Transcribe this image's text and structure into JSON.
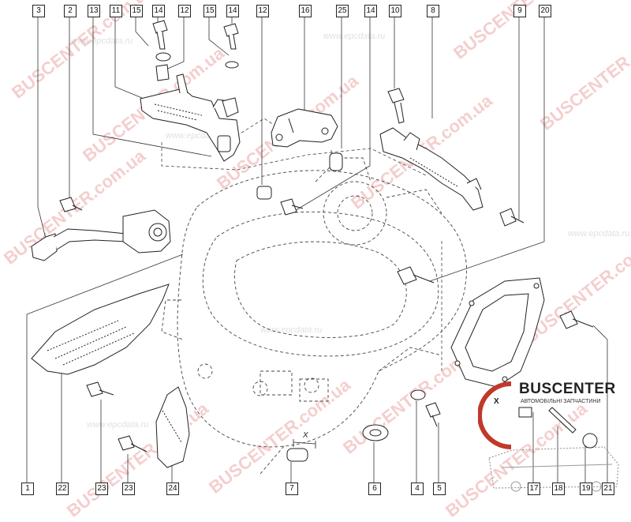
{
  "diagram": {
    "callouts_top": [
      "3",
      "2",
      "13",
      "11",
      "15",
      "14",
      "12",
      "15",
      "14",
      "12",
      "16",
      "25",
      "14",
      "10",
      "8",
      "9",
      "20"
    ],
    "callouts_bottom": [
      "1",
      "22",
      "23",
      "23",
      "24",
      "7",
      "6",
      "4",
      "5",
      "17",
      "18",
      "19",
      "21"
    ],
    "dimension_label": "X",
    "inset_dimension_label": "X"
  },
  "watermarks": {
    "brand": "BUSCENTER",
    "brand_domain": ".com.ua",
    "site": "www.epcdata.ru"
  },
  "logo": {
    "name": "BUSCENTER",
    "tagline": "АВТОМОБІЛЬНІ ЗАПЧАСТИНИ"
  }
}
